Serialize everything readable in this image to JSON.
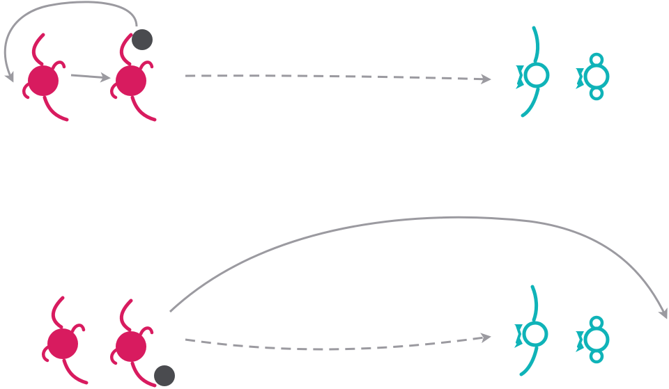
{
  "colors": {
    "background": "#ffffff",
    "magenta": "#d81b5f",
    "teal": "#0fb3b8",
    "arrow": "#9b9aa0",
    "marker": "#4a4b4f"
  },
  "icons": {
    "magenta_figure": "magenta-figure-icon",
    "teal_figure_open": "teal-open-figure-icon",
    "teal_figure_closed": "teal-closed-figure-icon",
    "marker_dot": "dark-dot-icon"
  },
  "rows": [
    {
      "id": "top-row",
      "magenta_figures": 2,
      "marker_on": "second-figure-top",
      "arrows": [
        "loop-back-arrow",
        "short-arrow",
        "dashed-arrow"
      ],
      "teal_figures": [
        "open",
        "closed"
      ]
    },
    {
      "id": "bottom-row",
      "magenta_figures": 2,
      "marker_on": "second-figure-bottom",
      "arrows": [
        "long-arc-arrow",
        "dashed-arrow"
      ],
      "teal_figures": [
        "open",
        "closed"
      ]
    }
  ]
}
